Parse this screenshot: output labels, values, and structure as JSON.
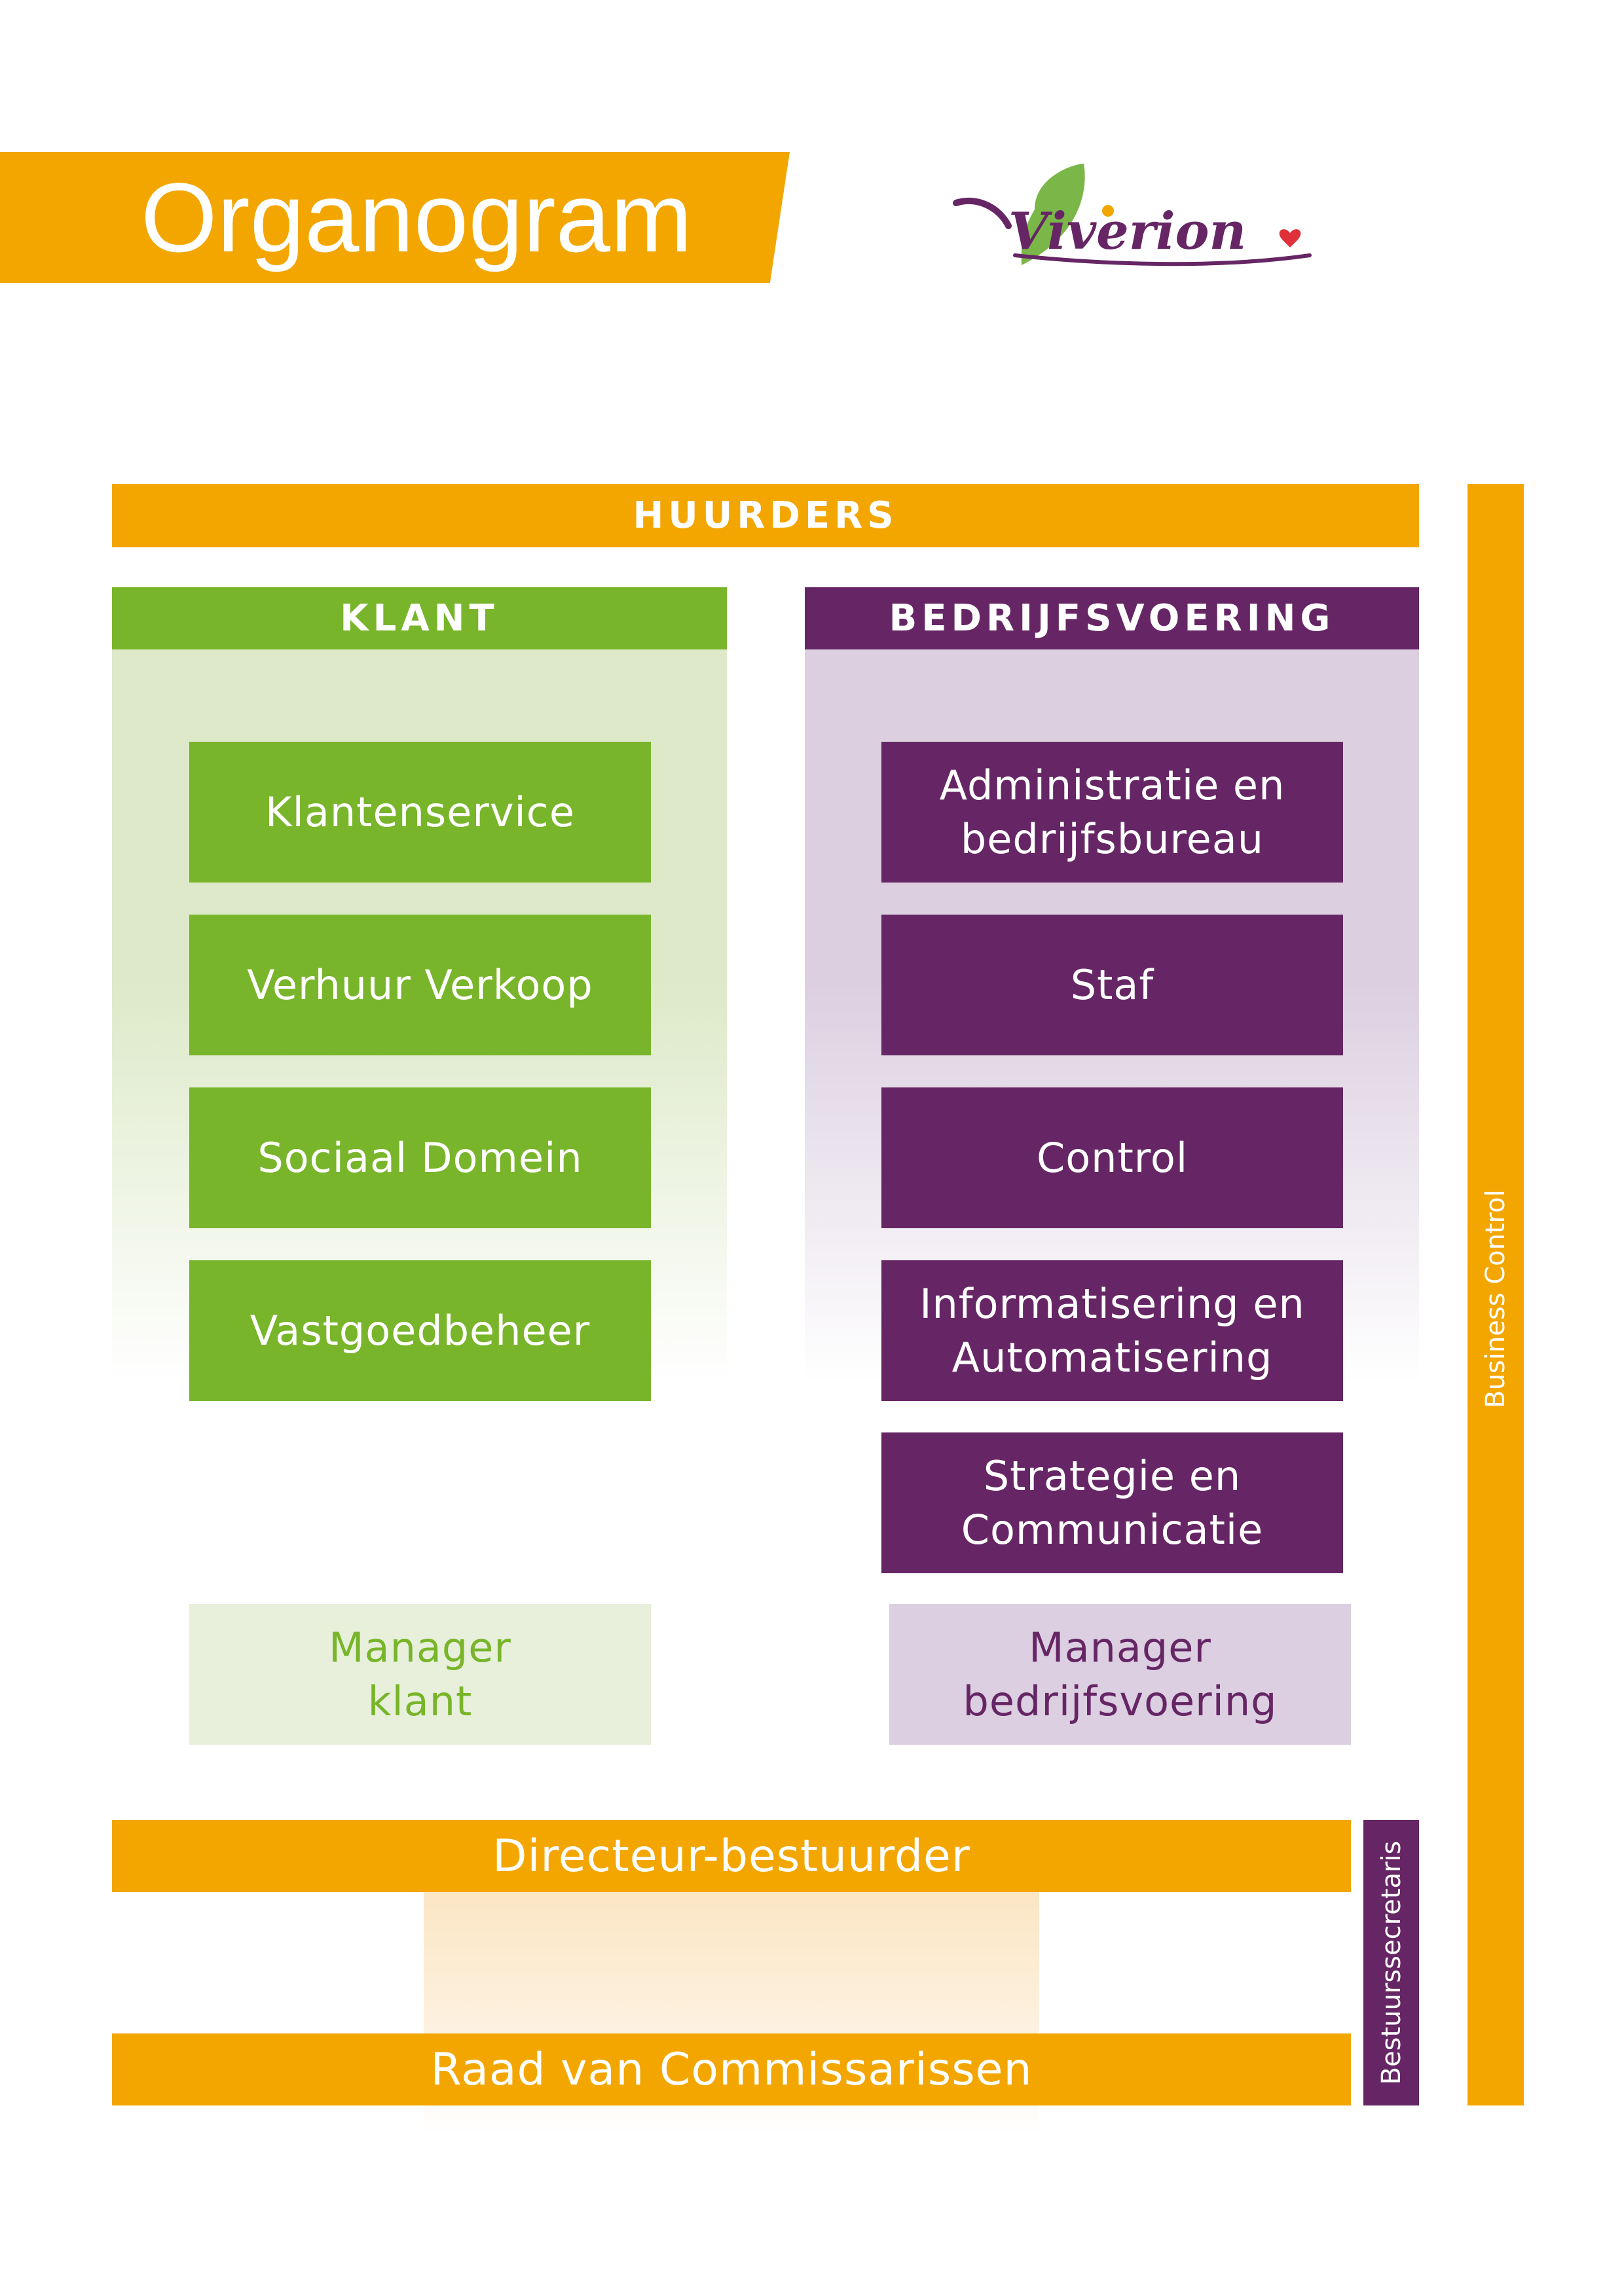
{
  "header": {
    "title": "Organogram",
    "logo_text": "Viverion"
  },
  "top_bar": {
    "label": "HUURDERS"
  },
  "columns": {
    "klant": {
      "header": "KLANT",
      "units": [
        "Klantenservice",
        "Verhuur Verkoop",
        "Sociaal Domein",
        "Vastgoedbeheer"
      ],
      "manager": [
        "Manager",
        "klant"
      ]
    },
    "bedrijfsvoering": {
      "header": "BEDRIJFSVOERING",
      "units": [
        [
          "Administratie en",
          "bedrijfsbureau"
        ],
        [
          "Staf"
        ],
        [
          "Control"
        ],
        [
          "Informatisering en",
          "Automatisering"
        ],
        [
          "Strategie en",
          "Communicatie"
        ]
      ],
      "manager": [
        "Manager",
        "bedrijfsvoering"
      ]
    }
  },
  "board": {
    "directeur": "Directeur-bestuurder",
    "raad": "Raad van Commissarissen",
    "secretaris": "Bestuurssecretaris"
  },
  "side": {
    "business_control": "Business Control"
  },
  "colors": {
    "orange": "#f3a600",
    "green": "#78b52a",
    "purple": "#662665",
    "logo_leaf_green": "#7ab648",
    "logo_heart_red": "#e0303a"
  },
  "icons": {
    "logo": "viverion-leaf-logo"
  }
}
